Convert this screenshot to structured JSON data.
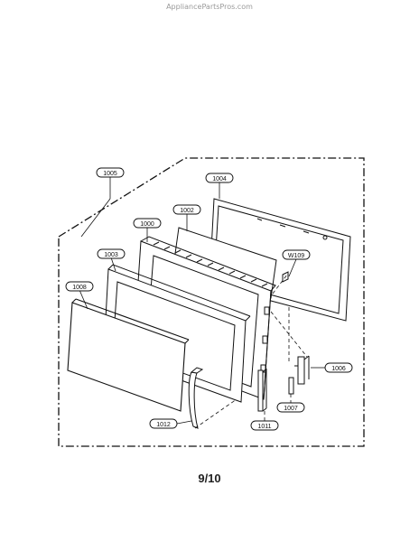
{
  "watermark": "AppliancePartsPros.com",
  "page_number": "9/10",
  "callouts": {
    "p1000": "1000",
    "p1002": "1002",
    "p1003": "1003",
    "p1004": "1004",
    "p1005": "1005",
    "p1006": "1006",
    "p1007": "1007",
    "p1008": "1008",
    "p1011": "1011",
    "p1012": "1012",
    "pW109": "W109"
  }
}
